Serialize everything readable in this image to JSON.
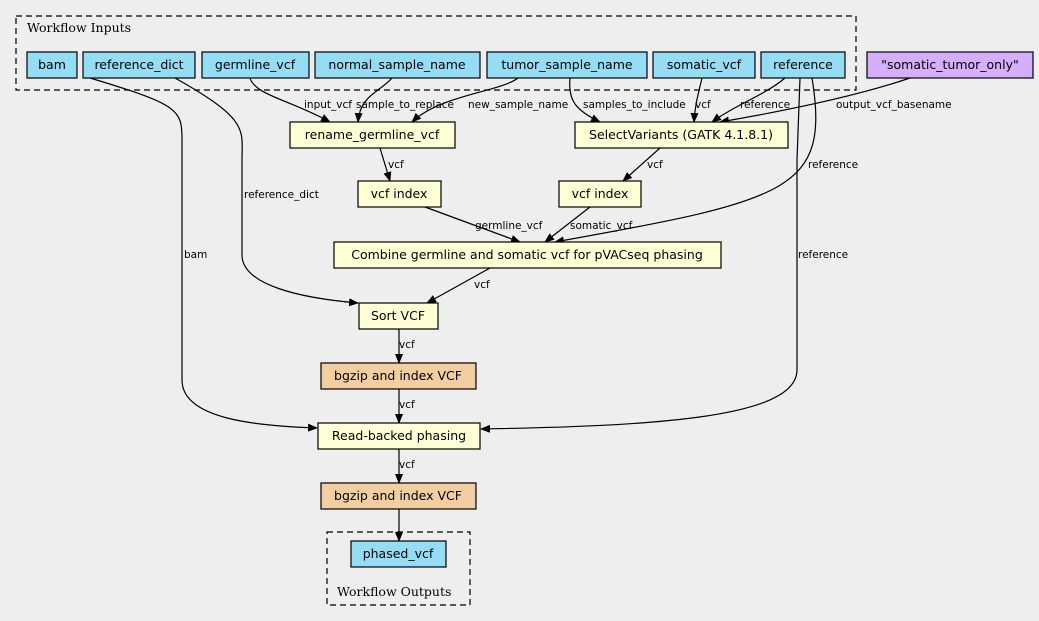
{
  "clusters": {
    "inputs": "Workflow Inputs",
    "outputs": "Workflow Outputs"
  },
  "nodes": {
    "bam": "bam",
    "reference_dict": "reference_dict",
    "germline_vcf": "germline_vcf",
    "normal_sample_name": "normal_sample_name",
    "tumor_sample_name": "tumor_sample_name",
    "somatic_vcf": "somatic_vcf",
    "reference": "reference",
    "somatic_tumor_only": "\"somatic_tumor_only\"",
    "rename_germline_vcf": "rename_germline_vcf",
    "select_variants": "SelectVariants (GATK 4.1.8.1)",
    "vcf_index_germline": "vcf index",
    "vcf_index_somatic": "vcf index",
    "combine": "Combine germline and somatic vcf for pVACseq phasing",
    "sort_vcf": "Sort VCF",
    "bgzip_1": "bgzip and index VCF",
    "read_backed_phasing": "Read-backed phasing",
    "bgzip_2": "bgzip and index VCF",
    "phased_vcf": "phased_vcf"
  },
  "edge_labels": {
    "input_vcf": "input_vcf",
    "sample_to_replace": "sample_to_replace",
    "new_sample_name": "new_sample_name",
    "samples_to_include": "samples_to_include",
    "vcf_sv_in": "vcf",
    "reference_sv": "reference",
    "output_vcf_basename": "output_vcf_basename",
    "vcf_rename_out": "vcf",
    "vcf_sv_out": "vcf",
    "reference_combine": "reference",
    "reference_dict": "reference_dict",
    "germline_vcf": "germline_vcf",
    "somatic_vcf": "somatic_vcf",
    "bam": "bam",
    "reference_rbp": "reference",
    "vcf_combine_out": "vcf",
    "vcf_sort_out": "vcf",
    "vcf_bgzip1_out": "vcf",
    "vcf_rbp_out": "vcf"
  },
  "colors": {
    "background": "#eeeeee",
    "input": "#94ddf4",
    "step": "#ffffd6",
    "bgzip": "#f3cea1",
    "default_value": "#d5aefc"
  }
}
